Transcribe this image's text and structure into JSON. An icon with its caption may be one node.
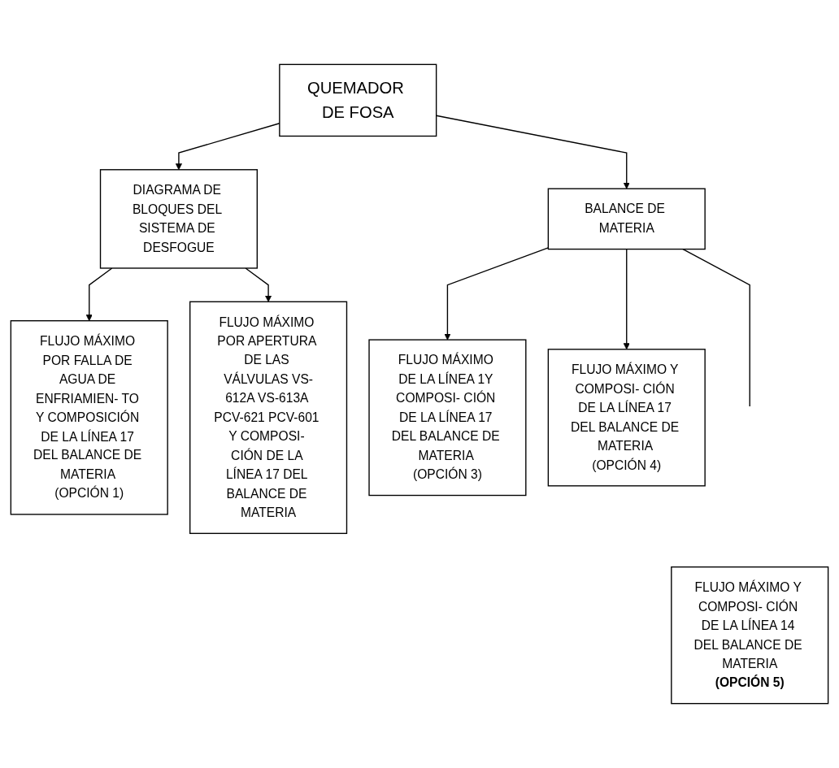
{
  "diagram": {
    "nodes": [
      {
        "text": [
          "QUEMADOR DE FOSA"
        ]
      },
      {
        "text": [
          "DIAGRAMA DE BLOQUES DEL SISTEMA DE DESFOGUE"
        ]
      },
      {
        "text": [
          "BALANCE DE MATERIA"
        ]
      },
      {
        "text": [
          "FLUJO MÁXIMO POR FALLA DE AGUA DE ENFRIAMIEN- TO Y COMPOSICIÓN DE LA LÍNEA 17 DEL BALANCE DE MATERIA (OPCIÓN 1)"
        ]
      },
      {
        "text": [
          "FLUJO MÁXIMO POR APERTURA DE LAS VÁLVULAS VS-612A VS-613A PCV-621 PCV-601 Y COMPOSI- CIÓN DE LA LÍNEA 17 DEL BALANCE DE MATERIA"
        ]
      },
      {
        "text": [
          "FLUJO MÁXIMO DE LA LÍNEA 1Y COMPOSI- CIÓN DE LA LÍNEA 17 DEL BALANCE DE MATERIA (OPCIÓN 3)"
        ]
      },
      {
        "text": [
          "FLUJO MÁXIMO Y COMPOSI- CIÓN DE LA LÍNEA 17 DEL BALANCE DE MATERIA (OPCIÓN 4)"
        ]
      },
      {
        "text": [
          "FLUJO MÁXIMO Y COMPOSI- CIÓN DE LA LÍNEA 14 DEL BALANCE DE MATERIA",
          "(OPCIÓN 5)"
        ]
      }
    ],
    "edges": [
      {
        "from": 0,
        "to": 1,
        "arrow": "to"
      },
      {
        "from": 0,
        "to": 2,
        "arrow": "to"
      },
      {
        "from": 1,
        "to": 3,
        "arrow": "to"
      },
      {
        "from": 1,
        "to": 4,
        "arrow": "to"
      },
      {
        "from": 2,
        "to": 5,
        "arrow": "to"
      },
      {
        "from": 2,
        "to": 6,
        "arrow": "to"
      },
      {
        "from": 2,
        "to": null,
        "arrow": "none"
      }
    ]
  }
}
